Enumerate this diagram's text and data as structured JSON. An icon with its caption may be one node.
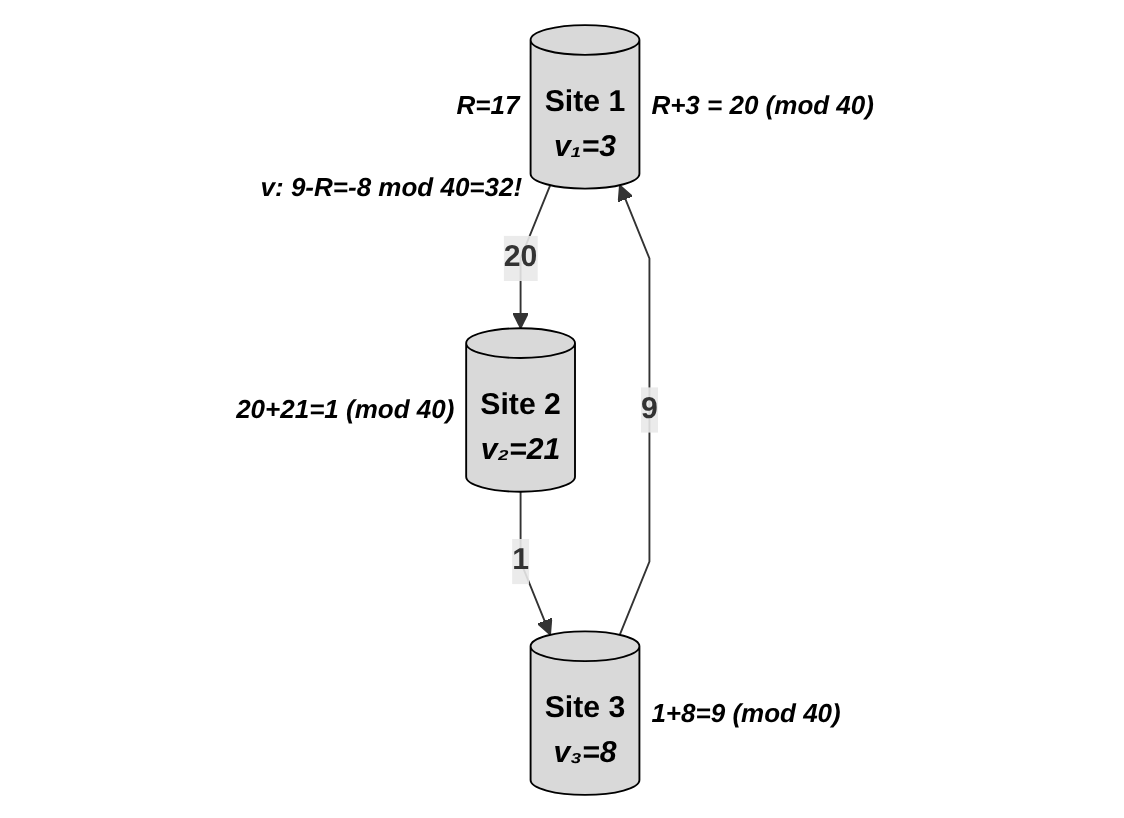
{
  "diagram": {
    "nodes": [
      {
        "text": [
          "Site 1",
          "v₁=3"
        ],
        "beside": [
          "R=17",
          "R+3 = 20 (mod 40)",
          "v: 9-R=-8 mod 40=32!"
        ]
      },
      {
        "text": [
          "Site 2",
          "v₂=21"
        ],
        "beside": [
          "20+21=1 (mod 40)"
        ]
      },
      {
        "text": [
          "Site 3",
          "v₃=8"
        ],
        "beside": [
          "1+8=9 (mod 40)"
        ]
      }
    ],
    "edges": [
      {
        "from": 0,
        "to": 1,
        "arrow": "to",
        "label": "20"
      },
      {
        "from": 1,
        "to": 2,
        "arrow": "to",
        "label": "1"
      },
      {
        "from": 2,
        "to": 0,
        "arrow": "to",
        "label": "9"
      }
    ]
  }
}
